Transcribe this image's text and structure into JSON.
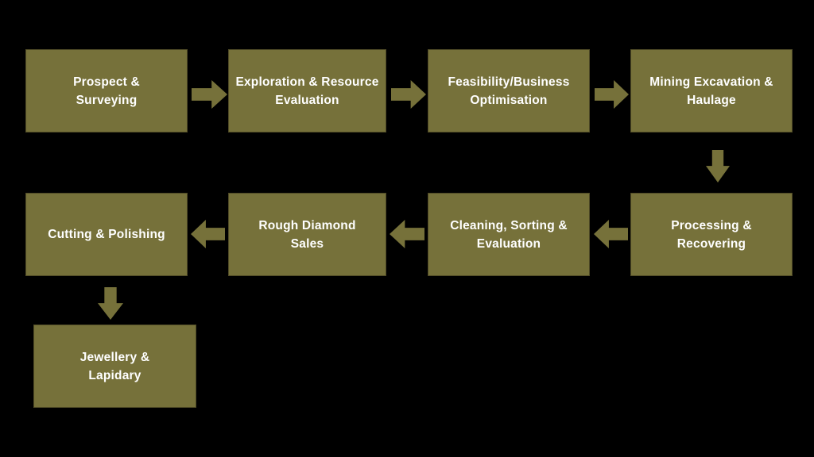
{
  "theme": {
    "background": "#000000",
    "box_fill": "#76713A",
    "box_border": "#4F4A26",
    "arrow_fill": "#76713A",
    "text_color": "#FFFFFF"
  },
  "flowchart": {
    "nodes": [
      {
        "id": "prospect-surveying",
        "label": "Prospect & Surveying",
        "lines": [
          "Prospect &",
          "Surveying"
        ]
      },
      {
        "id": "exploration-resource-evaluation",
        "label": "Exploration & Resource Evaluation",
        "lines": [
          "Exploration & Resource",
          "Evaluation"
        ]
      },
      {
        "id": "feasibility-business-optimisation",
        "label": "Feasibility/Business Optimisation",
        "lines": [
          "Feasibility/Business",
          "Optimisation"
        ]
      },
      {
        "id": "mining-excavation-haulage",
        "label": "Mining Excavation & Haulage",
        "lines": [
          "Mining Excavation &",
          "Haulage"
        ]
      },
      {
        "id": "processing-recovering",
        "label": "Processing & Recovering",
        "lines": [
          "Processing &",
          "Recovering"
        ]
      },
      {
        "id": "cleaning-sorting-evaluation",
        "label": "Cleaning, Sorting & Evaluation",
        "lines": [
          "Cleaning, Sorting &",
          "Evaluation"
        ]
      },
      {
        "id": "rough-diamond-sales",
        "label": "Rough Diamond Sales",
        "lines": [
          "Rough Diamond",
          "Sales"
        ]
      },
      {
        "id": "cutting-polishing",
        "label": "Cutting & Polishing",
        "lines": [
          "Cutting & Polishing"
        ]
      },
      {
        "id": "jewellery-lapidary",
        "label": "Jewellery & Lapidary",
        "lines": [
          "Jewellery &",
          "Lapidary"
        ]
      }
    ],
    "edges": [
      {
        "from": "Prospect & Surveying",
        "to": "Exploration & Resource Evaluation",
        "direction": "right"
      },
      {
        "from": "Exploration & Resource Evaluation",
        "to": "Feasibility/Business Optimisation",
        "direction": "right"
      },
      {
        "from": "Feasibility/Business Optimisation",
        "to": "Mining Excavation & Haulage",
        "direction": "right"
      },
      {
        "from": "Mining Excavation & Haulage",
        "to": "Processing & Recovering",
        "direction": "down"
      },
      {
        "from": "Processing & Recovering",
        "to": "Cleaning, Sorting & Evaluation",
        "direction": "left"
      },
      {
        "from": "Cleaning, Sorting & Evaluation",
        "to": "Rough Diamond Sales",
        "direction": "left"
      },
      {
        "from": "Rough Diamond Sales",
        "to": "Cutting & Polishing",
        "direction": "left"
      },
      {
        "from": "Cutting & Polishing",
        "to": "Jewellery & Lapidary",
        "direction": "down"
      }
    ]
  }
}
